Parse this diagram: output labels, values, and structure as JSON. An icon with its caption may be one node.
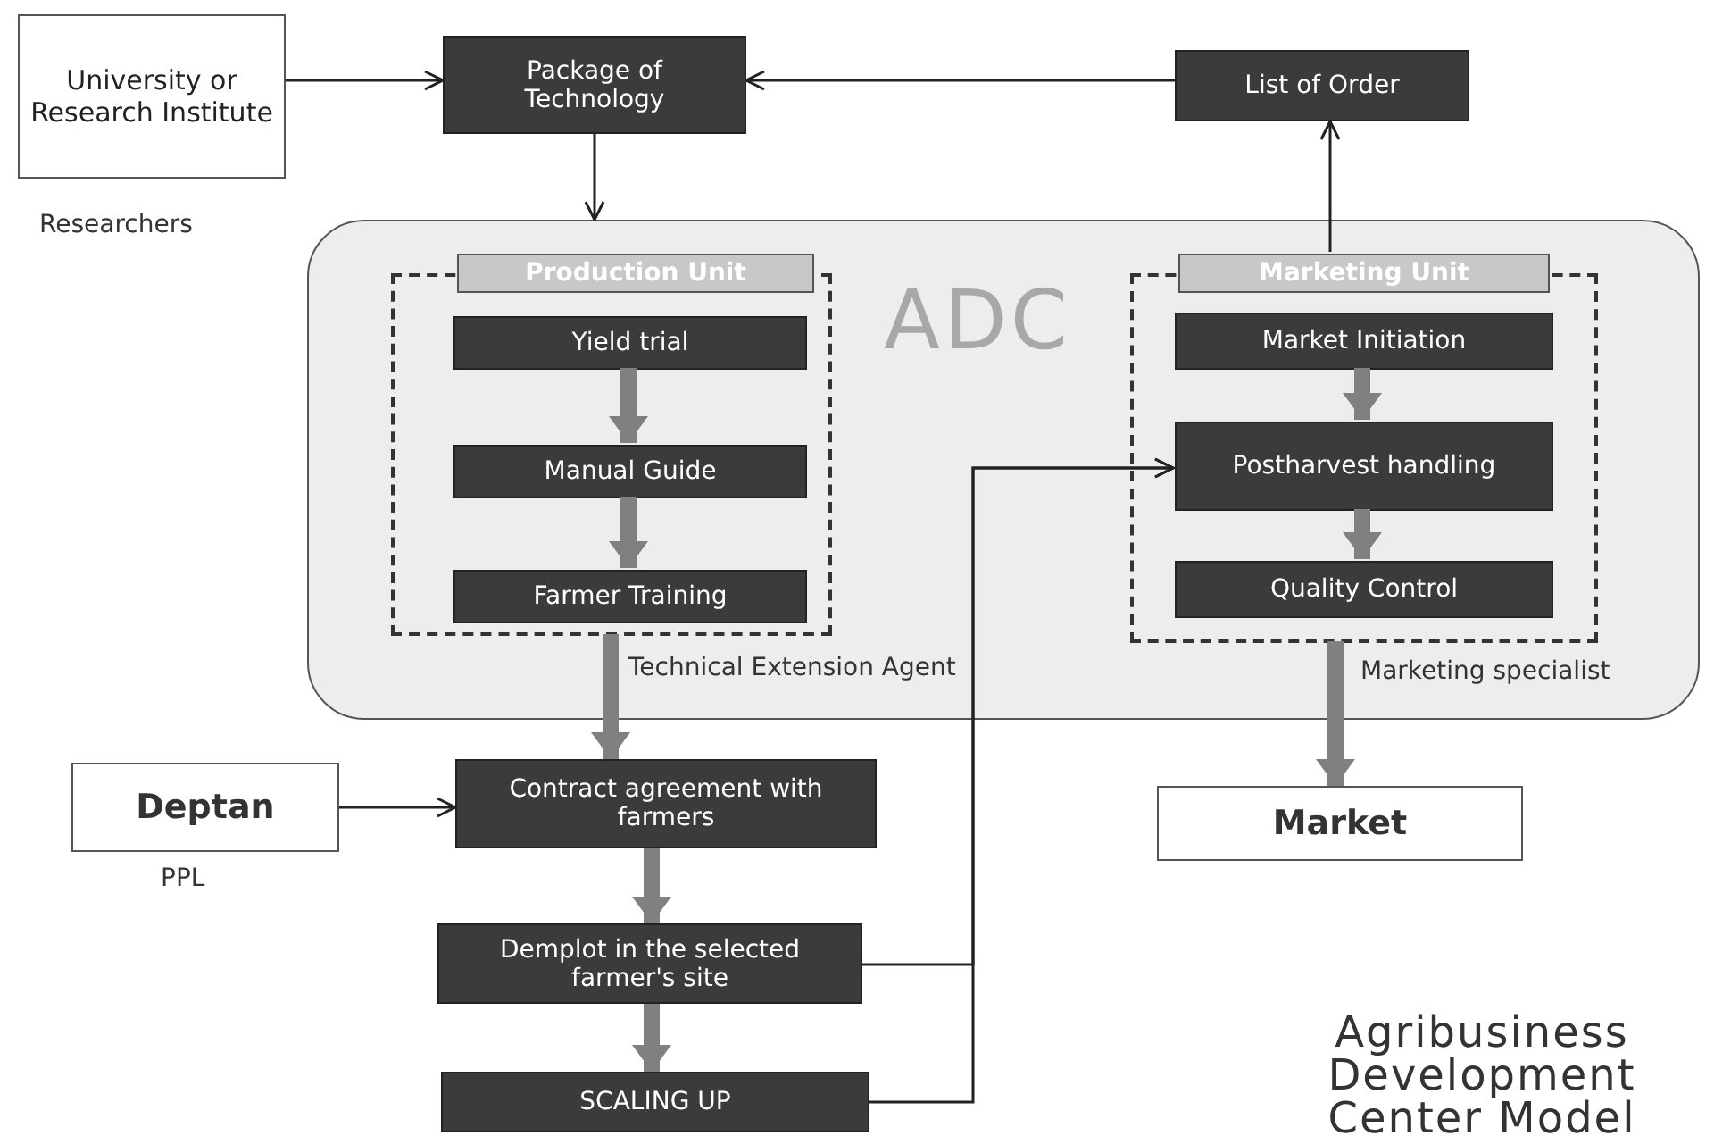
{
  "diagram": {
    "title": "Agribusiness Development Center Model",
    "nodes": [
      {
        "text": [
          "University or Research Institute"
        ],
        "beside": [
          "Researchers"
        ]
      },
      {
        "text": [
          "Package of Technology"
        ]
      },
      {
        "text": [
          "List of Order"
        ]
      },
      {
        "text": [
          "ADC"
        ]
      },
      {
        "text": [
          "Production Unit"
        ],
        "in": 3,
        "beside": [
          "Technical Extension Agent"
        ]
      },
      {
        "text": [
          "Yield trial"
        ],
        "in": 4
      },
      {
        "text": [
          "Manual Guide"
        ],
        "in": 4
      },
      {
        "text": [
          "Farmer Training"
        ],
        "in": 4
      },
      {
        "text": [
          "Marketing Unit"
        ],
        "in": 3,
        "beside": [
          "Marketing specialist"
        ]
      },
      {
        "text": [
          "Market Initiation"
        ],
        "in": 8
      },
      {
        "text": [
          "Postharvest handling"
        ],
        "in": 8
      },
      {
        "text": [
          "Quality Control"
        ],
        "in": 8
      },
      {
        "text": [
          "Deptan"
        ],
        "beside": [
          "PPL"
        ]
      },
      {
        "text": [
          "Contract agreement with farmers"
        ]
      },
      {
        "text": [
          "Demplot in the selected farmer's site"
        ]
      },
      {
        "text": [
          "SCALING UP"
        ]
      },
      {
        "text": [
          "Market"
        ]
      }
    ],
    "edges": [
      {
        "from": 0,
        "to": 1,
        "arrow": "to",
        "color": "#222222"
      },
      {
        "from": 2,
        "to": 1,
        "arrow": "to",
        "color": "#222222"
      },
      {
        "from": 1,
        "to": 3,
        "arrow": "to",
        "color": "#222222"
      },
      {
        "from": 8,
        "to": 2,
        "arrow": "to",
        "color": "#222222"
      },
      {
        "from": 5,
        "to": 6,
        "arrow": "to"
      },
      {
        "from": 6,
        "to": 7,
        "arrow": "to"
      },
      {
        "from": 9,
        "to": 10,
        "arrow": "to"
      },
      {
        "from": 10,
        "to": 11,
        "arrow": "to"
      },
      {
        "from": 4,
        "to": 13,
        "arrow": "to"
      },
      {
        "from": 8,
        "to": 16,
        "arrow": "to"
      },
      {
        "from": 12,
        "to": 13,
        "arrow": "to",
        "color": "#222222"
      },
      {
        "from": 13,
        "to": 14,
        "arrow": "to"
      },
      {
        "from": 14,
        "to": 15,
        "arrow": "to"
      },
      {
        "from": 14,
        "to": 10,
        "arrow": "to",
        "color": "#222222"
      },
      {
        "from": 15,
        "to": 10,
        "arrow": "to",
        "color": "#222222"
      }
    ]
  }
}
